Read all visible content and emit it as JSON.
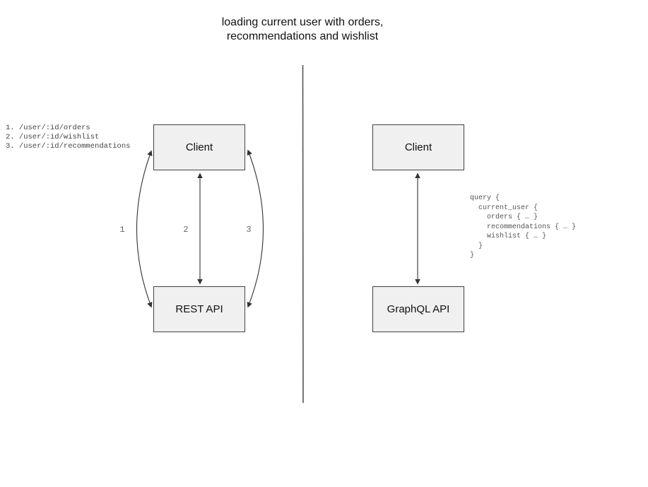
{
  "title": {
    "line1": "loading current user with orders,",
    "line2": "recommendations and wishlist"
  },
  "left_panel": {
    "endpoints_list": "1. /user/:id/orders\n2. /user/:id/wishlist\n3. /user/:id/recommendations",
    "client_label": "Client",
    "api_label": "REST API",
    "arrow_labels": [
      "1",
      "2",
      "3"
    ]
  },
  "right_panel": {
    "client_label": "Client",
    "api_label": "GraphQL API",
    "query_code": "query {\n  current_user {\n    orders { … }\n    recommendations { … }\n    wishlist { … }\n  }\n}"
  },
  "colors": {
    "background": "#ffffff",
    "box_fill": "#f0f0f0",
    "box_border": "#424242",
    "arrow": "#333333",
    "divider": "#555555",
    "code_text": "#555555",
    "arrow_label_text": "#666666",
    "title_text": "#111111"
  }
}
